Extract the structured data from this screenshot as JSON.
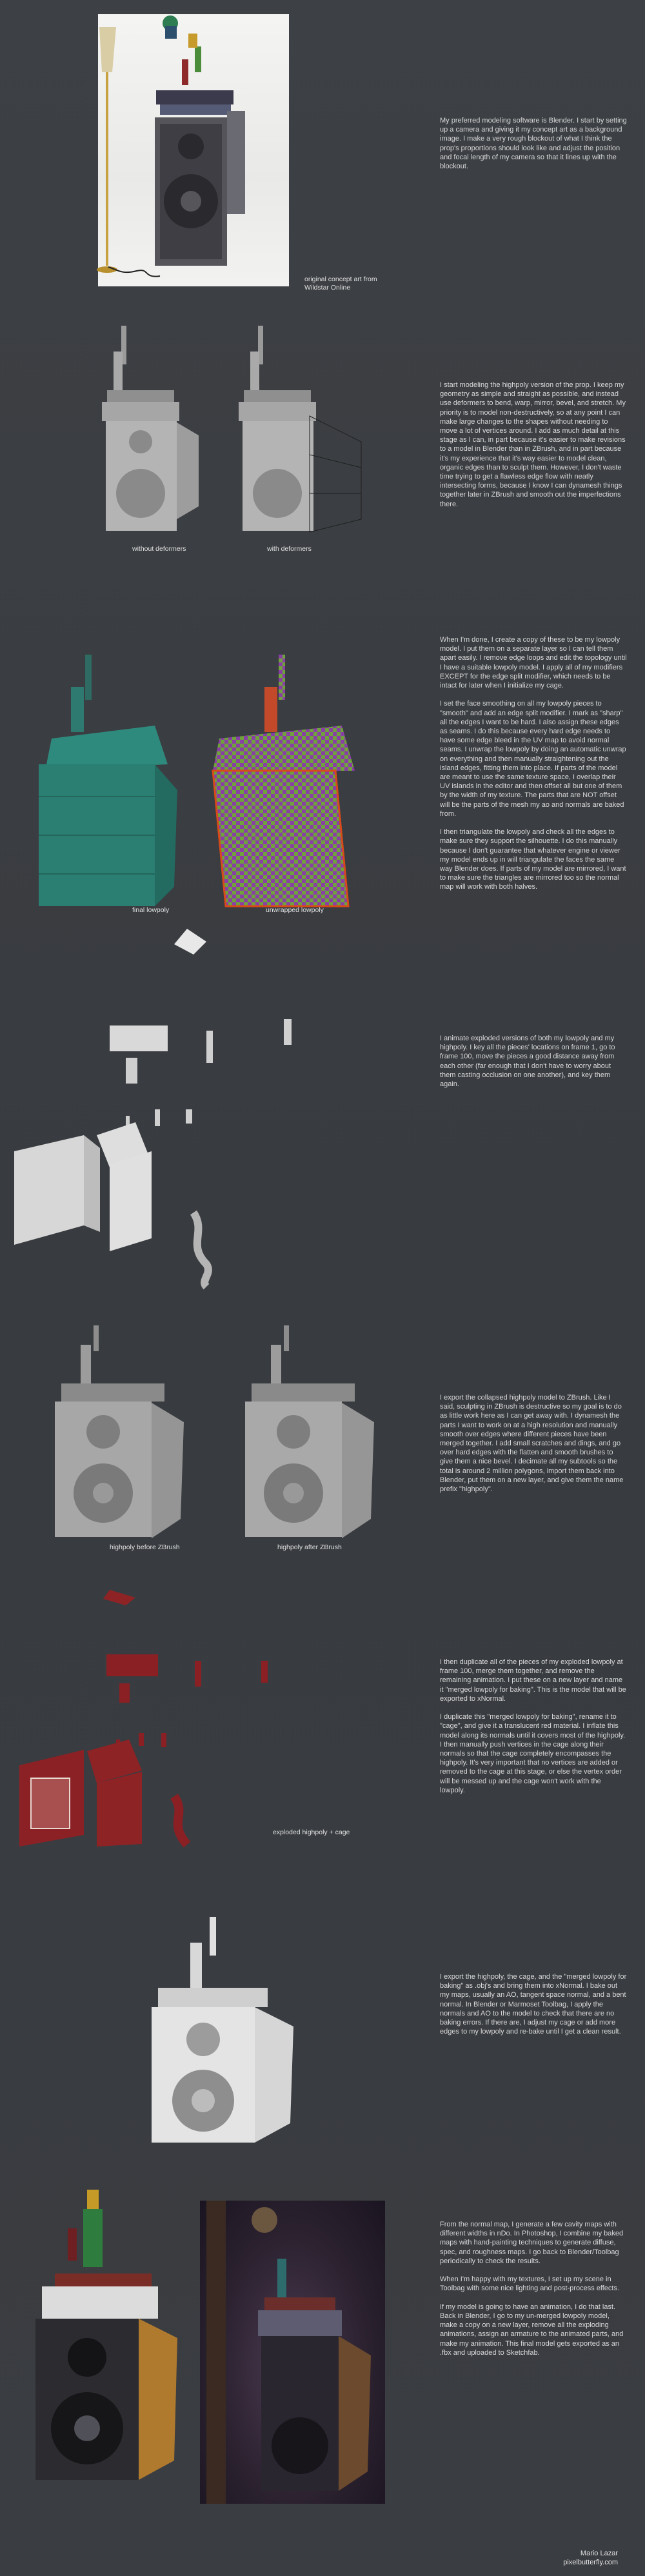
{
  "sections": [
    {
      "id": "s1",
      "caption": "original concept art from\nWildstar Online",
      "text": "My preferred modeling software is Blender. I start by setting up a camera and giving it my concept art as a background image. I make a very rough blockout of what I think the prop's proportions should look like and adjust the position and focal length of my camera so that it lines up with the blockout."
    },
    {
      "id": "s2",
      "captions": [
        "without deformers",
        "with deformers"
      ],
      "text": "I start modeling the highpoly version of the prop. I keep my geometry as simple and straight as possible, and instead use deformers to bend, warp, mirror, bevel, and stretch. My priority is to model non-destructively, so at any point I can make large changes to the shapes without needing to move a lot of vertices around. I add as much detail at this stage as I can, in part because it's easier to make revisions to a model in Blender than in ZBrush, and in part because it's my experience that it's way easier to model clean, organic edges than to sculpt them. However, I don't waste time trying to get a flawless edge flow with neatly intersecting forms, because I know I can dynamesh things together later in ZBrush and smooth out the imperfections there."
    },
    {
      "id": "s3",
      "captions": [
        "final lowpoly",
        "unwrapped lowpoly"
      ],
      "text": "When I'm done, I create a copy of these to be my lowpoly model. I put them on a separate layer so I can tell them apart easily. I remove edge loops and edit the topology until I have a suitable lowpoly model. I apply all of my modifiers EXCEPT for the edge split modifier, which needs to be intact for later when I initialize my cage.\n\nI set the face smoothing on all my lowpoly pieces to \"smooth\" and add an edge split modifier. I mark as \"sharp\" all the edges I want to be hard. I also assign these edges as seams. I do this because every hard edge needs to have some edge bleed in the UV map to avoid normal seams. I unwrap the lowpoly by doing an automatic unwrap on everything and then manually straightening out the island edges, fitting them into place. If parts of the model are meant to use the same texture space, I overlap their UV islands in the editor and then offset all but one of them by the width of my texture. The parts that are NOT offset will be the parts of the mesh my ao and normals are baked from.\n\nI then triangulate the lowpoly and check all the edges to make sure they support the silhouette. I do this manually because I don't guarantee that whatever engine or viewer my model ends up in will triangulate the faces the same way Blender does. If parts of my model are mirrored, I want to make sure the triangles are mirrored too so the normal map will work with both halves."
    },
    {
      "id": "s4",
      "text": "I animate exploded versions of both my lowpoly and my highpoly. I key all the pieces' locations on frame 1, go to frame 100, move the pieces a good distance away from each other (far enough that I don't have to worry about them casting occlusion on one another), and key them again."
    },
    {
      "id": "s5",
      "captions": [
        "highpoly before ZBrush",
        "highpoly after ZBrush"
      ],
      "text": "I export the collapsed highpoly model to ZBrush. Like I said, sculpting in ZBrush is destructive so my goal is to do as little work here as I can get away with. I dynamesh the parts I want to work on at a high resolution and manually smooth over edges where different pieces have been merged together. I add small scratches and dings, and go over hard edges with the flatten and smooth brushes to give them a nice bevel. I decimate all my subtools so the total is around 2 million polygons, import them back into Blender, put them on a new layer, and give them the name prefix \"highpoly\"."
    },
    {
      "id": "s6",
      "caption": "exploded highpoly + cage",
      "text": "I then duplicate all of the pieces of my exploded lowpoly at frame 100, merge them together, and remove the remaining animation. I put these on a new layer and name it \"merged lowpoly for baking\". This is the model that will be exported to xNormal.\n\nI duplicate this \"merged lowpoly for baking\", rename it to \"cage\", and give it a translucent red material. I inflate this model along its normals until it covers most of the highpoly. I then manually push vertices in the cage along their normals so that the cage completely encompasses the highpoly. It's very important that no vertices are added or removed to the cage at this stage, or else the vertex order will be messed up and the cage won't work with the lowpoly."
    },
    {
      "id": "s7",
      "text": "I export the highpoly, the cage, and the \"merged lowpoly for baking\" as .obj's and bring them into xNormal. I bake out my maps, usually an AO, tangent space normal, and a bent normal. In Blender or Marmoset Toolbag, I apply the normals and AO to the model to check that there are no baking errors. If there are, I adjust my cage or add more edges to my lowpoly and re-bake until I get a clean result."
    },
    {
      "id": "s8",
      "text": "From the normal map, I generate a few cavity maps with different widths in nDo. In Photoshop, I combine my baked maps with hand-painting techniques to generate diffuse, spec, and roughness maps. I go back to Blender/Toolbag periodically to check the results.\n\nWhen I'm happy with my textures, I set up my scene in Toolbag with some nice lighting and post-process effects.\n\nIf my model is going to have an animation, I do that last. Back in Blender, I go to my un-merged lowpoly model, make a copy on a new layer, remove all the exploding animations, assign an armature to the animated parts, and make my animation. This final model gets exported as an .fbx and uploaded to Sketchfab."
    }
  ],
  "credit": {
    "name": "Mario Lazar",
    "site": "pixelbutterfly.com"
  }
}
